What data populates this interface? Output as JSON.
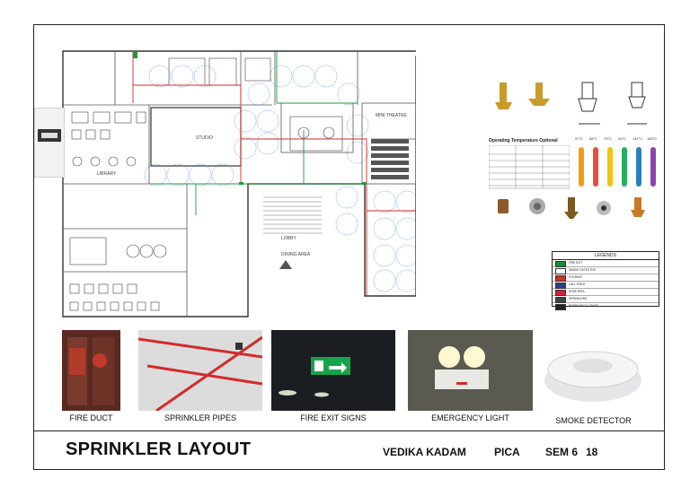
{
  "title_block": {
    "title": "SPRINKLER LAYOUT",
    "author": "VEDIKA KADAM",
    "course": "PICA",
    "semester": "SEM 6",
    "sheet_no": "18"
  },
  "plan_labels": {
    "studio": "STUDIO",
    "library": "LIBRARY",
    "theatre": "MINI THEATRE",
    "lobby": "LOBBY",
    "dining": "DINING AREA"
  },
  "operating_temperature": {
    "title": "Operating Temperature Optional"
  },
  "temperature_labels": [
    "57°C",
    "68°C",
    "79°C",
    "93°C",
    "141°C",
    "182°C"
  ],
  "bulb_colors": [
    "#f39c12",
    "#e74c3c",
    "#f1c40f",
    "#27ae60",
    "#2980b9",
    "#8e44ad"
  ],
  "legend": {
    "title": "LEGENDS",
    "items": [
      {
        "label": "FIRE EXIT",
        "color": "#1a8a3a"
      },
      {
        "label": "SMOKE DETECTOR",
        "color": "#ffffff"
      },
      {
        "label": "HYDRANT",
        "color": "#c0392b"
      },
      {
        "label": "CALL POINT",
        "color": "#2c3e90"
      },
      {
        "label": "HOSE REEL",
        "color": "#d61d3a"
      },
      {
        "label": "SPRINKLERS",
        "color": "#444444"
      },
      {
        "label": "EMERGENCY LIGHTS",
        "color": "#222222"
      }
    ]
  },
  "captions": {
    "fire_duct": "FIRE DUCT",
    "sprinkler_pipes": "SPRINKLER PIPES",
    "fire_exit_signs": "FIRE EXIT SIGNS",
    "emergency_light": "EMERGENCY LIGHT",
    "smoke_detector": "SMOKE DETECTOR"
  }
}
